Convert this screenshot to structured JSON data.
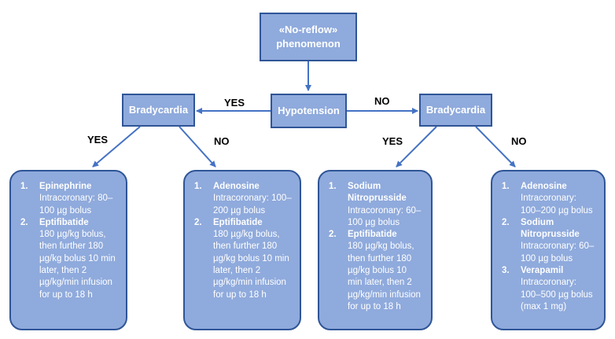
{
  "colors": {
    "node_fill": "#8faadc",
    "node_border": "#2f5597",
    "arrow": "#4472c4",
    "text": "#ffffff"
  },
  "nodes": {
    "root": {
      "line1": "«No-reflow»",
      "line2": "phenomenon"
    },
    "hypotension": "Hypotension",
    "brady_left": "Bradycardia",
    "brady_right": "Bradycardia"
  },
  "edges": {
    "hypo_to_left": "YES",
    "hypo_to_right": "NO",
    "left_yes": "YES",
    "left_no": "NO",
    "right_yes": "YES",
    "right_no": "NO"
  },
  "boxes": [
    {
      "items": [
        {
          "num": "1.",
          "drug": "Epinephrine",
          "desc": "Intracoronary: 80–100 µg bolus"
        },
        {
          "num": "2.",
          "drug": "Eptifibatide",
          "desc": "180 µg/kg bolus, then further 180 µg/kg bolus 10 min later, then 2 µg/kg/min infusion for up to 18 h"
        }
      ]
    },
    {
      "items": [
        {
          "num": "1.",
          "drug": "Adenosine",
          "desc": "Intracoronary: 100–200 µg bolus"
        },
        {
          "num": "2.",
          "drug": "Eptifibatide",
          "desc": "180 µg/kg bolus, then further 180 µg/kg bolus 10 min later, then 2 µg/kg/min infusion for up to 18 h"
        }
      ]
    },
    {
      "items": [
        {
          "num": "1.",
          "drug": "Sodium Nitroprusside",
          "desc": "Intracoronary: 60–100 µg bolus"
        },
        {
          "num": "2.",
          "drug": "Eptifibatide",
          "desc": "180 µg/kg bolus, then further 180 µg/kg bolus 10 min later, then 2 µg/kg/min infusion for up to 18 h"
        }
      ]
    },
    {
      "items": [
        {
          "num": "1.",
          "drug": "Adenosine",
          "desc": "Intracoronary: 100–200 µg bolus"
        },
        {
          "num": "2.",
          "drug": "Sodium Nitroprusside",
          "desc": "Intracoronary: 60–100 µg bolus"
        },
        {
          "num": "3.",
          "drug": "Verapamil",
          "desc": "Intracoronary: 100–500 µg bolus (max 1 mg)"
        }
      ]
    }
  ]
}
